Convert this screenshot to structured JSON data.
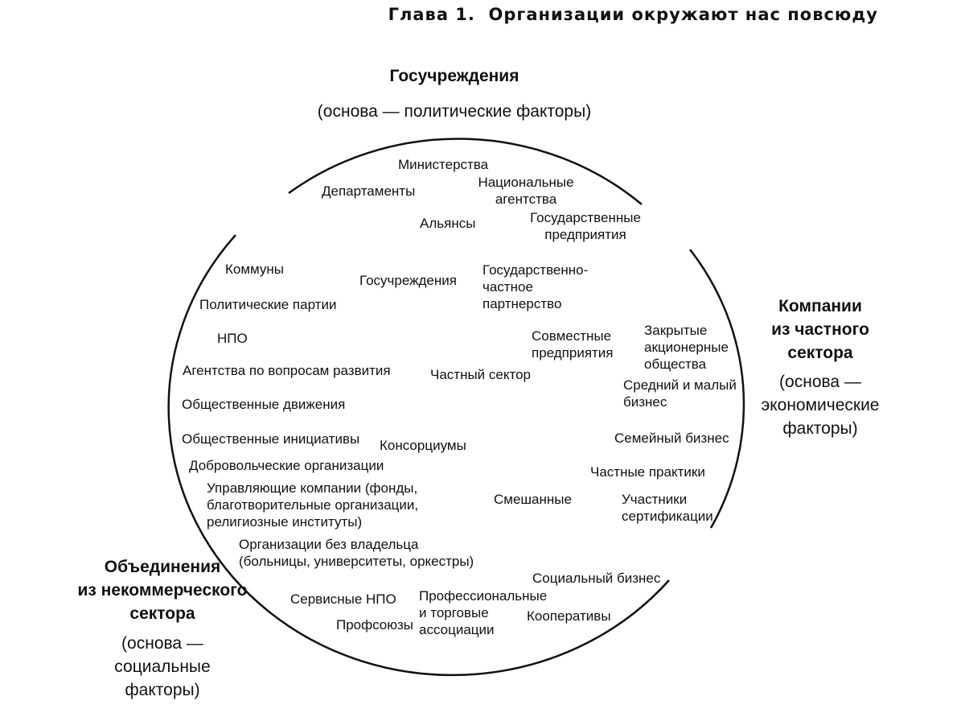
{
  "header": {
    "chapter": "Глава 1.",
    "title": "Организации окружают нас повсюду"
  },
  "sectors": {
    "government": {
      "title": "Госучреждения",
      "subtitle": "(основа — политические факторы)"
    },
    "private": {
      "title": [
        "Компании",
        "из частного",
        "сектора"
      ],
      "subtitle": [
        "(основа —",
        "экономические",
        "факторы)"
      ]
    },
    "nonprofit": {
      "title": [
        "Объединения",
        "из некоммерческого",
        "сектора"
      ],
      "subtitle": [
        "(основа —",
        "социальные",
        "факторы)"
      ]
    }
  },
  "labels": {
    "ministries": "Министерства",
    "departments": "Департаменты",
    "national_agencies": [
      "Национальные",
      "агентства"
    ],
    "alliances": "Альянсы",
    "state_enterprises": [
      "Государственные",
      "предприятия"
    ],
    "communes": "Коммуны",
    "government_center": "Госучреждения",
    "ppp": [
      "Государственно-",
      "частное",
      "партнерство"
    ],
    "political_parties": "Политические партии",
    "ngo": "НПО",
    "joint_ventures": [
      "Совместные",
      "предприятия"
    ],
    "closed_jsc": [
      "Закрытые",
      "акционерные",
      "общества"
    ],
    "development_agencies": "Агентства по вопросам развития",
    "private_sector_center": "Частный сектор",
    "smb": [
      "Средний и малый",
      "бизнес"
    ],
    "social_movements": "Общественные движения",
    "social_initiatives": "Общественные инициативы",
    "consortia": "Консорциумы",
    "family_business": "Семейный бизнес",
    "volunteer_orgs": "Добровольческие организации",
    "private_practices": "Частные практики",
    "managing_companies": [
      "Управляющие компании (фонды,",
      "благотворительные организации,",
      "религиозные институты)"
    ],
    "mixed": "Смешанные",
    "certification": [
      "Участники",
      "сертификации"
    ],
    "ownerless_orgs": [
      "Организации без владельца",
      "(больницы, университеты, оркестры)"
    ],
    "social_business": "Социальный бизнес",
    "service_ngo": "Сервисные НПО",
    "professional_assoc": [
      "Профессиональные",
      "и торговые",
      "ассоциации"
    ],
    "cooperatives": "Кооперативы",
    "trade_unions": "Профсоюзы"
  }
}
